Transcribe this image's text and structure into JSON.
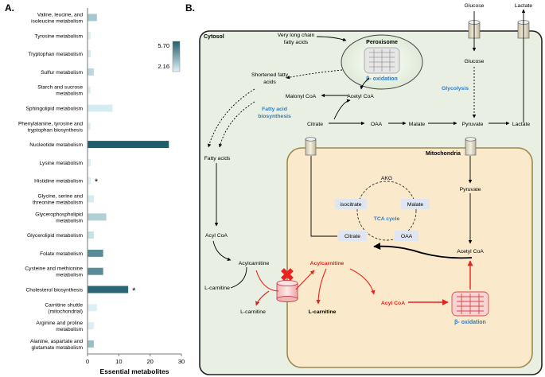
{
  "panel_a": {
    "label": "A.",
    "chart_data": {
      "type": "bar",
      "orientation": "horizontal",
      "categories": [
        [
          "Valine, leucine, and",
          "isoleucine metabolism"
        ],
        [
          "Tyrosine metabolism"
        ],
        [
          "Tryptophan metabolism"
        ],
        [
          "Sulfur metabolism"
        ],
        [
          "Starch and sucrose",
          "metabolism"
        ],
        [
          "Sphingolipid metabolism"
        ],
        [
          "Phenylalanine, tyrosine and",
          "tryptophan biosynthesis"
        ],
        [
          "Nucleotide metabolism"
        ],
        [
          "Lysine metabolism"
        ],
        [
          "Histidine metabolism"
        ],
        [
          "Glycine, serine and",
          "threonine metabolism"
        ],
        [
          "Glycerophospholipid",
          "metabolism"
        ],
        [
          "Glycerolipid metabolism"
        ],
        [
          "Folate metabolism"
        ],
        [
          "Cysteine and methionine",
          "metabolism"
        ],
        [
          "Cholesterol biosynthesis"
        ],
        [
          "Carnitine shuttle",
          "(mitochondrial)"
        ],
        [
          "Arginine and proline",
          "metabolism"
        ],
        [
          "Alanine, aspartate and",
          "glutamate metabolism"
        ]
      ],
      "values": [
        3,
        1,
        1,
        2,
        1,
        8,
        1,
        26,
        1,
        1,
        2,
        6,
        2,
        5,
        5,
        13,
        3,
        2,
        2
      ],
      "color_level": [
        3.2,
        2.2,
        2.3,
        2.8,
        2.2,
        2.3,
        2.2,
        5.7,
        2.2,
        2.2,
        2.3,
        3.0,
        2.6,
        4.6,
        4.6,
        5.5,
        2.2,
        2.2,
        3.4
      ],
      "starred": [
        false,
        false,
        false,
        false,
        false,
        false,
        false,
        false,
        false,
        true,
        false,
        false,
        false,
        false,
        false,
        true,
        false,
        false,
        false
      ],
      "star_symbol": "*",
      "xlabel": "Essential metabolites",
      "xlim": [
        0,
        30
      ],
      "xticks": [
        "0",
        "10",
        "20",
        "30"
      ],
      "colorbar": {
        "max_label": "5.70",
        "min_label": "2.16",
        "max_color": "#1f5e6b",
        "min_color": "#ddf2f8"
      }
    }
  },
  "panel_b": {
    "label": "B.",
    "compartments": {
      "cytosol": "Cytosol",
      "mitochondria": "Mitochondria",
      "peroxisome": "Peroxisome"
    },
    "beta_oxidation_label": "β- oxidation",
    "metabolites": {
      "glucose_out": "Glucose",
      "lactate_out": "Lactate",
      "glucose_in": "Glucose",
      "glycolysis": "Glycolysis",
      "vlcfa": [
        "Very long chain",
        "fatty acids"
      ],
      "shortened_fa": [
        "Shortened fatty",
        "acids"
      ],
      "malonyl_coa": "Malonyl CoA",
      "acetyl_coa_cyto": "Acetyl CoA",
      "fa_biosynthesis": [
        "Fatty acid",
        "biosynthesis"
      ],
      "citrate_cyto": "Citrate",
      "oaa_cyto": "OAA",
      "malate_cyto": "Malate",
      "pyruvate_cyto": "Pyruvate",
      "lactate_in": "Lactate",
      "fatty_acids": "Fatty acids",
      "pyruvate_mito": "Pyruvate",
      "akg": "AKG",
      "isocitrate": "isocitrate",
      "malate_mito": "Malate",
      "tca_cycle": "TCA cycle",
      "citrate_mito": "Citrate",
      "oaa_mito": "OAA",
      "acetyl_coa_mito": "Acetyl CoA",
      "acyl_coa_cyto": "Acyl CoA",
      "acylcarnitine_cyto": "Acylcarnitine",
      "l_carnitine_left": "L-carnitine",
      "l_carnitine_bottom": "L-carnitine",
      "acylcarnitine_red": "Acylcarnitine",
      "l_carnitine_mito": "L-carnitine",
      "acyl_coa_red": "Acyl CoA"
    },
    "colors": {
      "highlight_red": "#e8231f",
      "pathway_blue": "#2f7bbf",
      "cytosol_fill": "#e9efe2",
      "mitochondria_fill": "#fbe9cc",
      "mitochondria_border": "#9b8a4e",
      "tca_box_fill": "#dfe6f1"
    }
  }
}
